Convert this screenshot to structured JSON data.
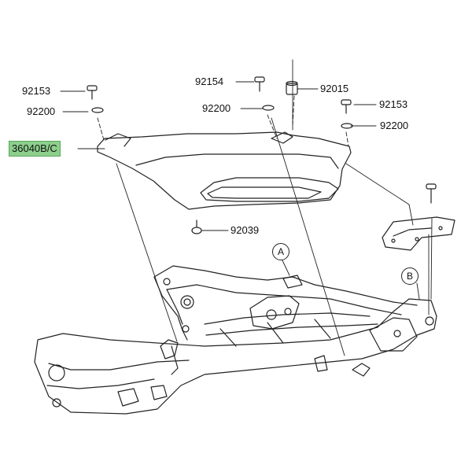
{
  "diagram": {
    "labels": {
      "p92153_left": "92153",
      "p92200_left": "92200",
      "p36040": "36040B/C",
      "p92154": "92154",
      "p92200_mid": "92200",
      "p92015": "92015",
      "p92153_right": "92153",
      "p92200_right": "92200",
      "p92039": "92039"
    },
    "callouts": {
      "a": "A",
      "b": "B"
    },
    "colors": {
      "highlight": "#8ccf8c",
      "line": "#222222"
    }
  }
}
